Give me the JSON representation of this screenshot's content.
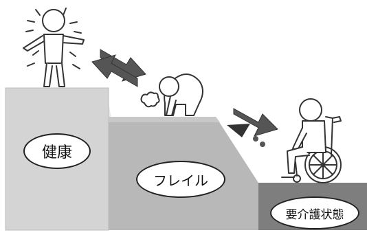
{
  "stages": [
    {
      "id": "health",
      "label": "健康"
    },
    {
      "id": "frailty",
      "label": "フレイル"
    },
    {
      "id": "care",
      "label": "要介護状態"
    }
  ]
}
